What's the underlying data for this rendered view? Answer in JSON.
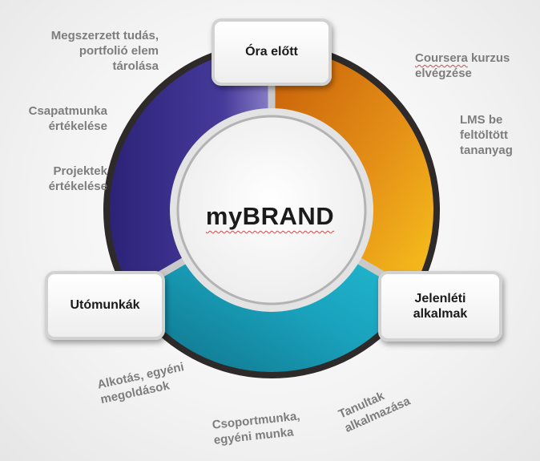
{
  "center": {
    "title": "myBRAND"
  },
  "stages": {
    "before": "Óra előtt",
    "during_line1": "Jelenléti",
    "during_line2": "alkalmak",
    "after": "Utómunkák"
  },
  "annotations": {
    "before_1_word": "Coursera",
    "before_1_rest": " kurzus",
    "before_1_line2": "elvégzése",
    "before_2_line1": "LMS be",
    "before_2_line2": "feltöltött",
    "before_2_line3": "tananyag",
    "during_1_line1": "Tanultak",
    "during_1_line2": "alkalmazása",
    "during_2_line1": "Csoportmunka,",
    "during_2_line2": "egyéni munka",
    "during_3_line1": "Alkotás, egyéni",
    "during_3_line2": "megoldások",
    "after_1_line1": "Projektek",
    "after_1_line2": "értékelése",
    "after_2_line1": "Csapatmunka",
    "after_2_line2": "értékelése",
    "after_3_line1": "Megszerzett tudás,",
    "after_3_line2": "portfolió elem",
    "after_3_line3": "tárolása"
  },
  "colors": {
    "segment_after": "#3a2f8c",
    "segment_before": "#e8901a",
    "segment_during": "#1aa7bf",
    "ring_border": "#2f2a2a"
  }
}
